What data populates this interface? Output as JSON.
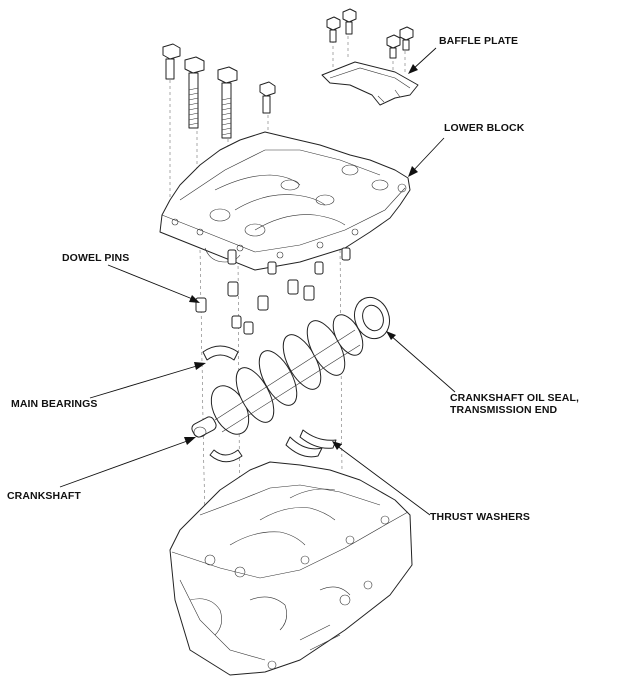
{
  "labels": {
    "baffle_plate": "BAFFLE PLATE",
    "lower_block": "LOWER BLOCK",
    "dowel_pins": "DOWEL PINS",
    "main_bearings": "MAIN BEARINGS",
    "crankshaft": "CRANKSHAFT",
    "oil_seal_line1": "CRANKSHAFT OIL SEAL,",
    "oil_seal_line2": "TRANSMISSION END",
    "thrust_washers": "THRUST WASHERS"
  }
}
